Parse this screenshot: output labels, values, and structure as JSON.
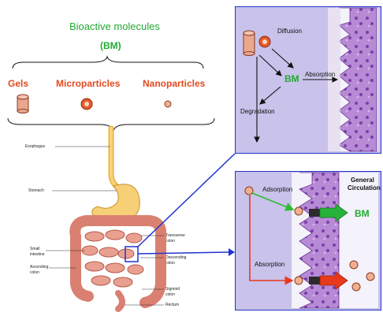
{
  "left": {
    "title": "Bioactive molecules",
    "abbrev": "(BM)",
    "categories": [
      "Gels",
      "Microparticles",
      "Nanoparticles"
    ],
    "organs": {
      "esophagus": "Esophagus",
      "stomach": "Stomach",
      "small_intestine_1": "Small",
      "small_intestine_2": "intestine",
      "ascending_1": "Ascending",
      "ascending_2": "colon",
      "transverse_1": "Transverse",
      "transverse_2": "colon",
      "descending_1": "Descending",
      "descending_2": "colon",
      "sigmoid_1": "Sigmoid",
      "sigmoid_2": "colon",
      "rectum": "Rectum"
    }
  },
  "top_panel": {
    "diffusion": "Diffusion",
    "bm": "BM",
    "absorption": "Absorption",
    "degradation": "Degradation"
  },
  "bottom_panel": {
    "adsorption": "Adsorption",
    "absorption": "Absorption",
    "general_1": "General",
    "general_2": "Circulation",
    "bm": "BM"
  },
  "colors": {
    "green": "#22aa33",
    "orange_red": "#e24a1f",
    "panel_border": "#2233cc",
    "panel_bg": "#c9c2ea",
    "red_arrow": "#e8391c"
  }
}
